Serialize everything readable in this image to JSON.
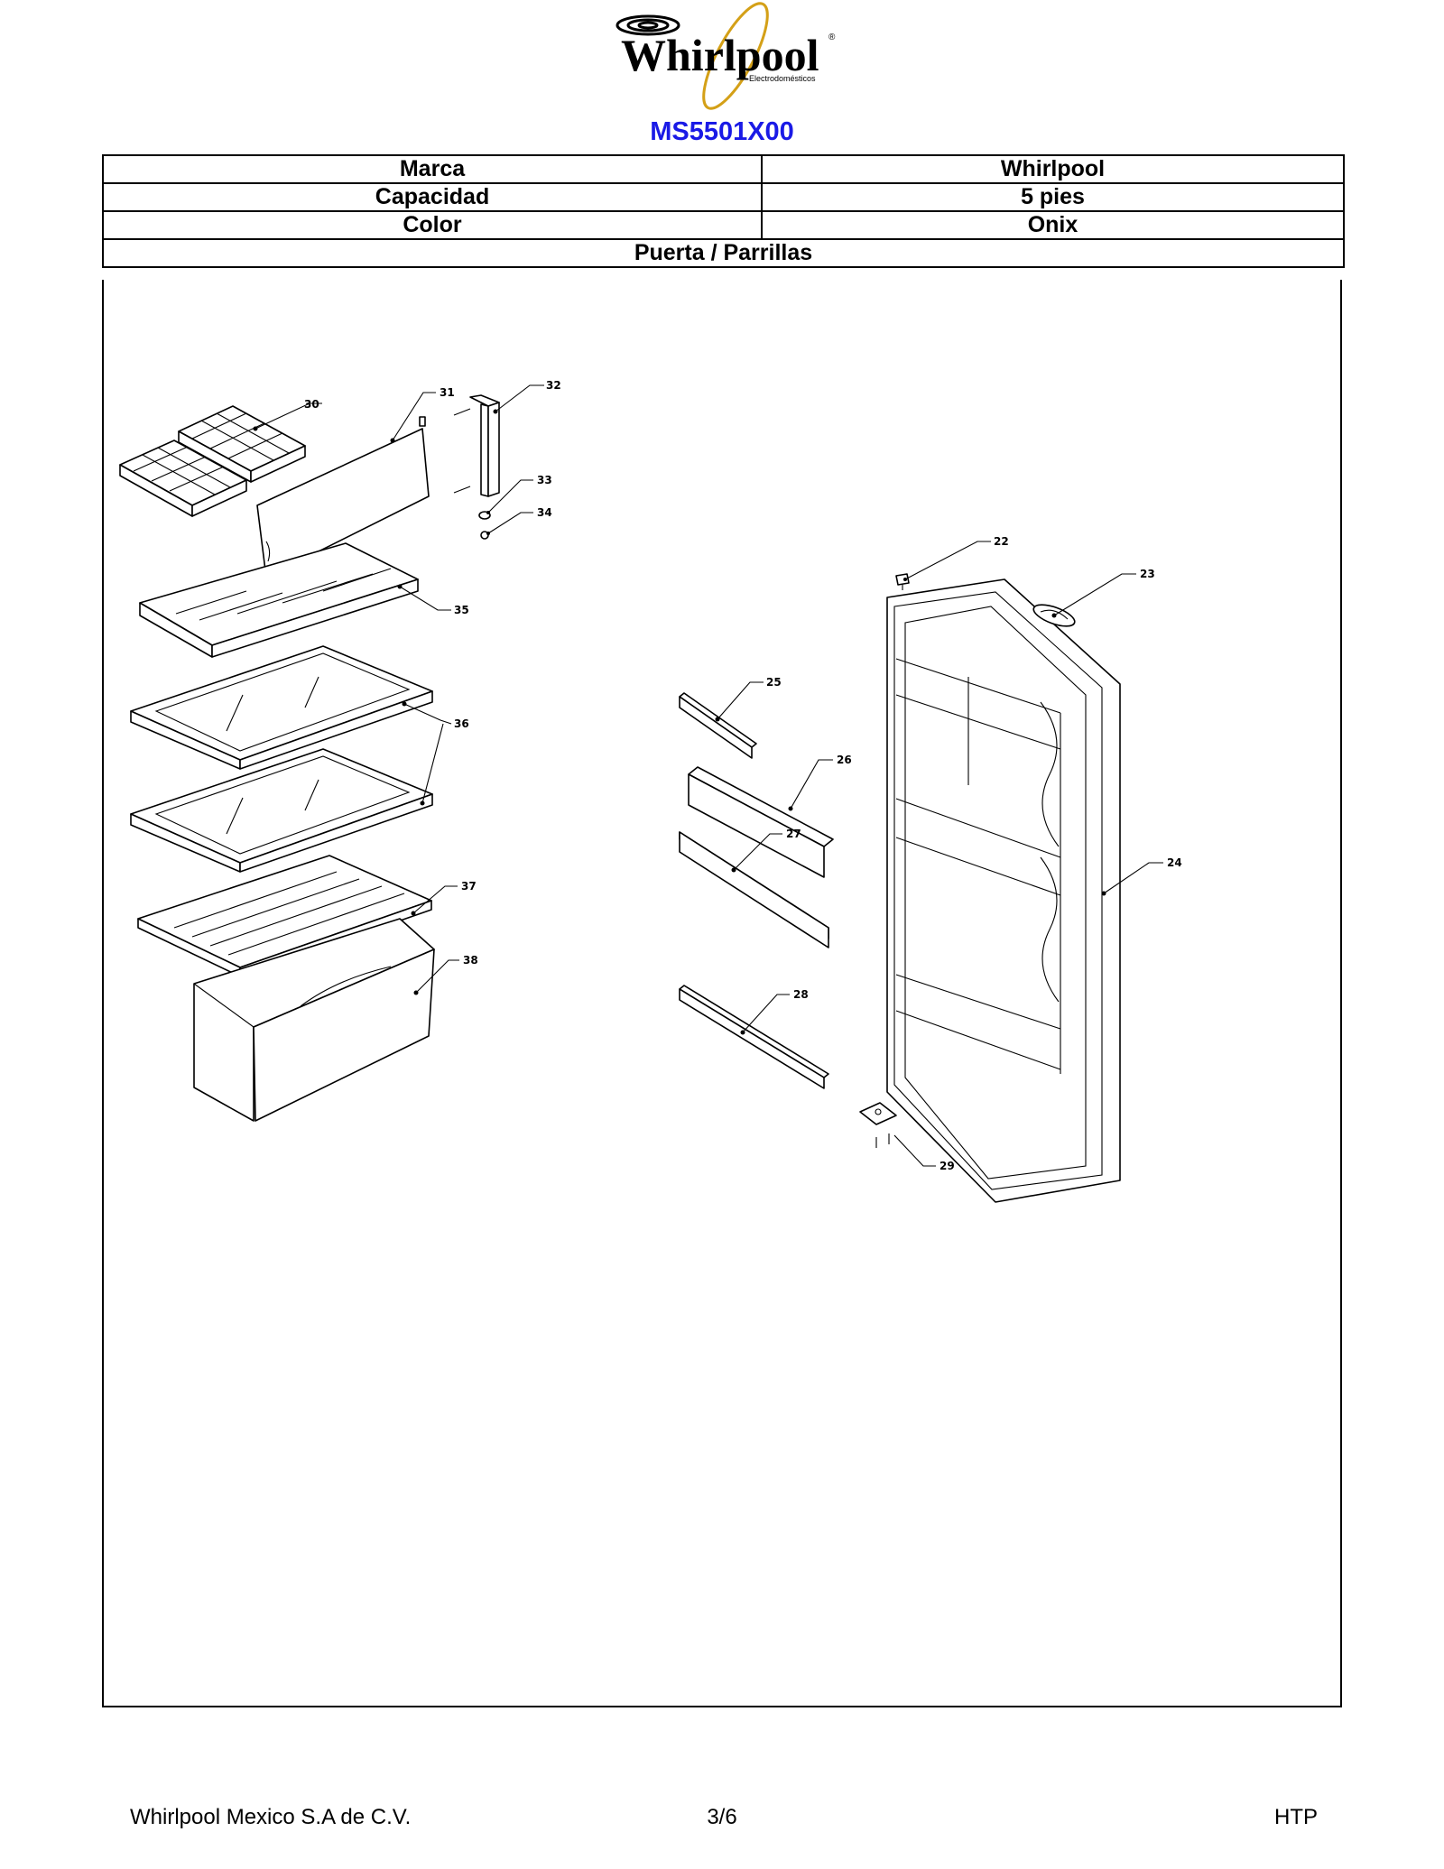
{
  "logo": {
    "brand": "Whirlpool",
    "tagline": "Electrodomésticos",
    "registered": "®"
  },
  "model": "MS5501X00",
  "specs": [
    {
      "label": "Marca",
      "value": "Whirlpool"
    },
    {
      "label": "Capacidad",
      "value": "5 pies"
    },
    {
      "label": "Color",
      "value": "Onix"
    }
  ],
  "section_title": "Puerta / Parrillas",
  "callouts": {
    "p22": "22",
    "p23": "23",
    "p24": "24",
    "p25": "25",
    "p26": "26",
    "p27": "27",
    "p28": "28",
    "p29": "29",
    "p30": "30",
    "p31": "31",
    "p32": "32",
    "p33": "33",
    "p34": "34",
    "p35": "35",
    "p36": "36",
    "p37": "37",
    "p38": "38"
  },
  "footer": {
    "company": "Whirlpool Mexico S.A de C.V.",
    "page": "3/6",
    "code": "HTP"
  }
}
